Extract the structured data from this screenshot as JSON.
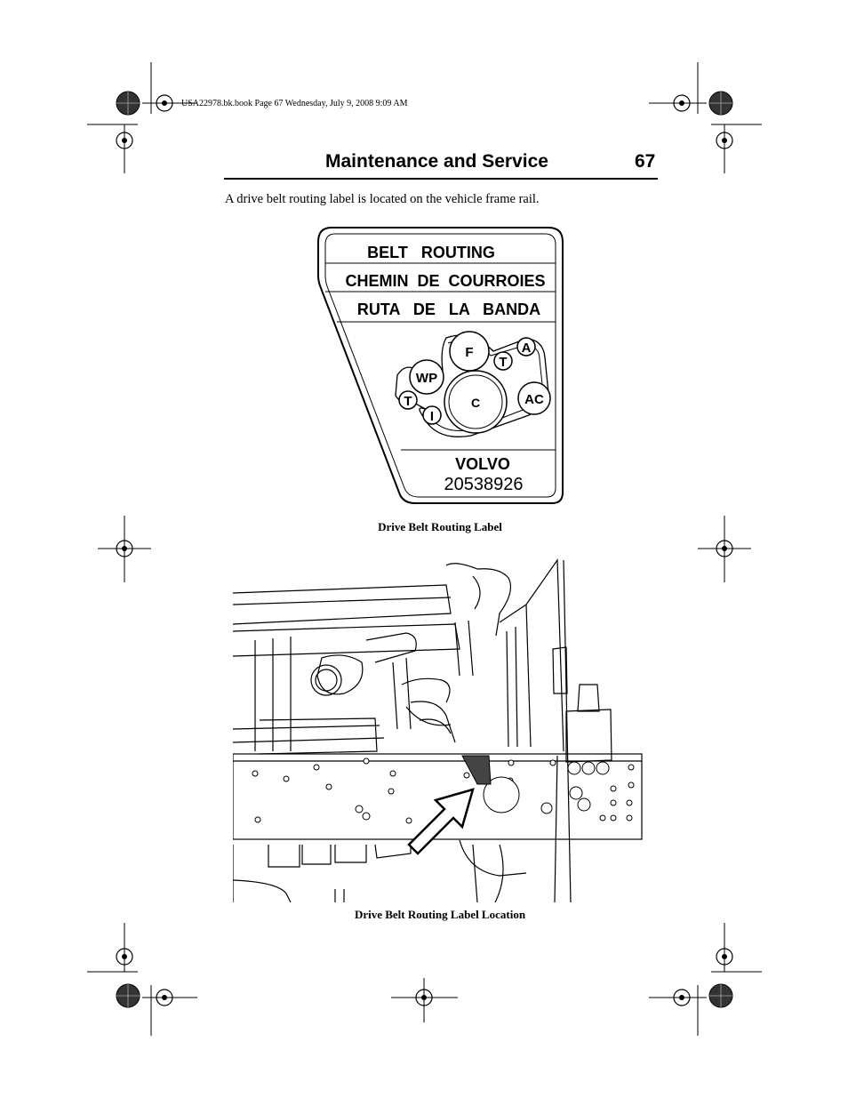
{
  "print_header": "USA22978.bk.book  Page 67  Wednesday, July 9, 2008  9:09 AM",
  "section_title": "Maintenance and Service",
  "page_number": "67",
  "body_text": "A drive belt routing label is located on the vehicle frame rail.",
  "label": {
    "lines": [
      "BELT   ROUTING",
      "CHEMIN  DE  COURROIES",
      "RUTA   DE   LA   BANDA"
    ],
    "pulleys": [
      "F",
      "T",
      "A",
      "WP",
      "C",
      "AC",
      "T",
      "I"
    ],
    "brand": "VOLVO",
    "part_number": "20538926"
  },
  "captions": [
    "Drive Belt Routing Label",
    "Drive Belt Routing Label Location"
  ]
}
